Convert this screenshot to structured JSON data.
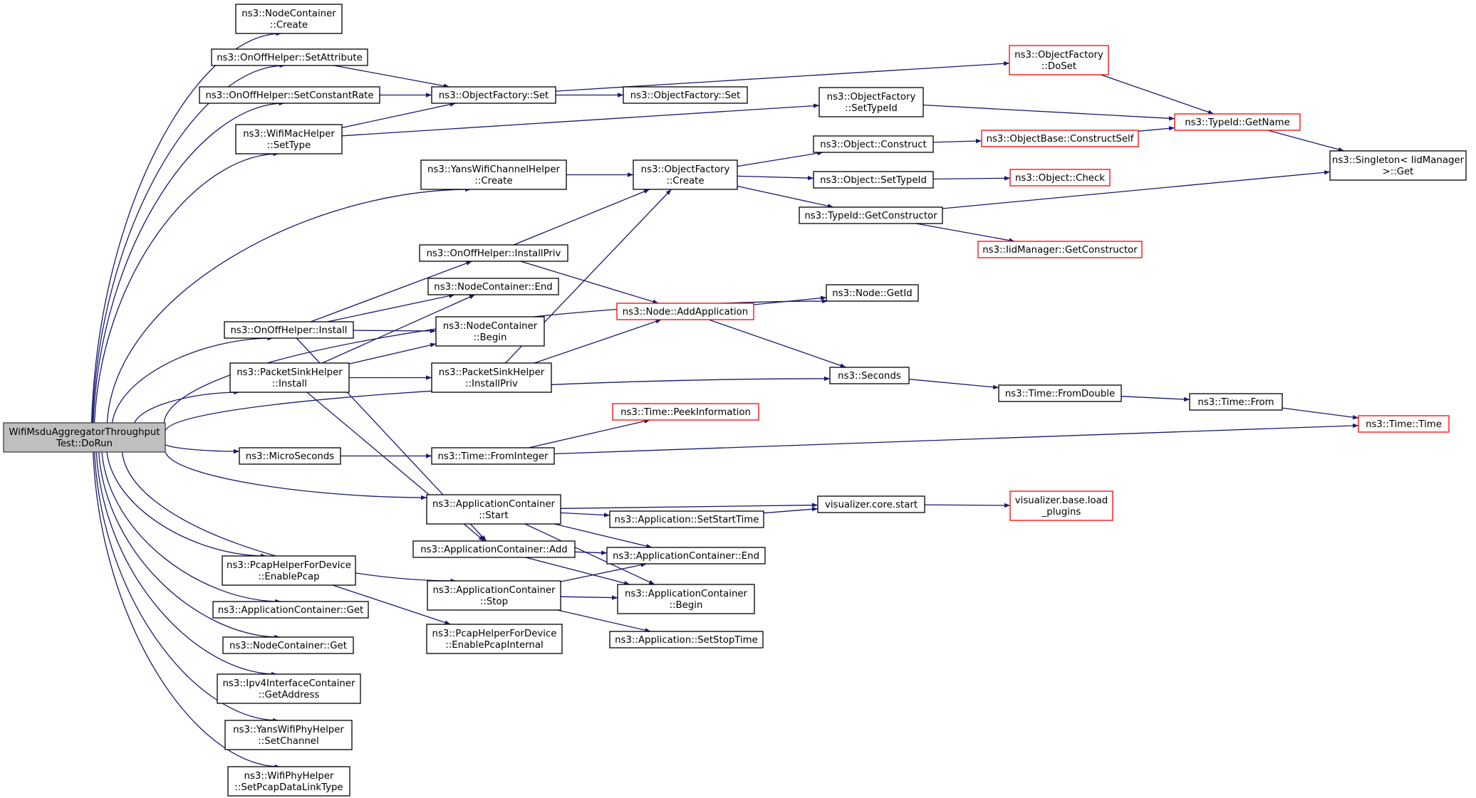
{
  "colors": {
    "edge": "#191970",
    "node_border": "#000000",
    "node_border_truncated": "#ff0000",
    "node_fill": "#ffffff",
    "root_fill": "#bfbfbf",
    "root_border": "#404040"
  },
  "nodes": [
    {
      "id": "root",
      "lines": [
        "WifiMsduAggregatorThroughput",
        "Test::DoRun"
      ],
      "style": "root"
    },
    {
      "id": "nc_create",
      "lines": [
        "ns3::NodeContainer",
        "::Create"
      ],
      "style": "normal"
    },
    {
      "id": "onoff_setattr",
      "lines": [
        "ns3::OnOffHelper::SetAttribute"
      ],
      "style": "normal"
    },
    {
      "id": "onoff_setrate",
      "lines": [
        "ns3::OnOffHelper::SetConstantRate"
      ],
      "style": "normal"
    },
    {
      "id": "wifimac_settype",
      "lines": [
        "ns3::WifiMacHelper",
        "::SetType"
      ],
      "style": "normal"
    },
    {
      "id": "of_set",
      "lines": [
        "ns3::ObjectFactory::Set"
      ],
      "style": "normal"
    },
    {
      "id": "of_doset",
      "lines": [
        "ns3::ObjectFactory",
        "::DoSet"
      ],
      "style": "truncated"
    },
    {
      "id": "of_set2",
      "lines": [
        "ns3::ObjectFactory::Set"
      ],
      "style": "normal"
    },
    {
      "id": "of_settypeid",
      "lines": [
        "ns3::ObjectFactory",
        "::SetTypeId"
      ],
      "style": "normal"
    },
    {
      "id": "typeid_getname",
      "lines": [
        "ns3::TypeId::GetName"
      ],
      "style": "truncated"
    },
    {
      "id": "singleton_get",
      "lines": [
        "ns3::Singleton< IidManager",
        " >::Get"
      ],
      "style": "normal"
    },
    {
      "id": "yans_chan_create",
      "lines": [
        "ns3::YansWifiChannelHelper",
        "::Create"
      ],
      "style": "normal"
    },
    {
      "id": "of_create",
      "lines": [
        "ns3::ObjectFactory",
        "::Create"
      ],
      "style": "normal"
    },
    {
      "id": "obj_construct",
      "lines": [
        "ns3::Object::Construct"
      ],
      "style": "normal"
    },
    {
      "id": "objbase_constructself",
      "lines": [
        "ns3::ObjectBase::ConstructSelf"
      ],
      "style": "truncated"
    },
    {
      "id": "obj_settypeid",
      "lines": [
        "ns3::Object::SetTypeId"
      ],
      "style": "normal"
    },
    {
      "id": "obj_check",
      "lines": [
        "ns3::Object::Check"
      ],
      "style": "truncated"
    },
    {
      "id": "typeid_getconstructor",
      "lines": [
        "ns3::TypeId::GetConstructor"
      ],
      "style": "normal"
    },
    {
      "id": "iid_getconstructor",
      "lines": [
        "ns3::IidManager::GetConstructor"
      ],
      "style": "truncated"
    },
    {
      "id": "onoff_installpriv",
      "lines": [
        "ns3::OnOffHelper::InstallPriv"
      ],
      "style": "normal"
    },
    {
      "id": "nc_end",
      "lines": [
        "ns3::NodeContainer::End"
      ],
      "style": "normal"
    },
    {
      "id": "node_addapp",
      "lines": [
        "ns3::Node::AddApplication"
      ],
      "style": "truncated"
    },
    {
      "id": "node_getid",
      "lines": [
        "ns3::Node::GetId"
      ],
      "style": "normal"
    },
    {
      "id": "onoff_install",
      "lines": [
        "ns3::OnOffHelper::Install"
      ],
      "style": "normal"
    },
    {
      "id": "nc_begin",
      "lines": [
        "ns3::NodeContainer",
        "::Begin"
      ],
      "style": "normal"
    },
    {
      "id": "psh_install",
      "lines": [
        "ns3::PacketSinkHelper",
        "::Install"
      ],
      "style": "normal"
    },
    {
      "id": "psh_installpriv",
      "lines": [
        "ns3::PacketSinkHelper",
        "::InstallPriv"
      ],
      "style": "normal"
    },
    {
      "id": "seconds",
      "lines": [
        "ns3::Seconds"
      ],
      "style": "normal"
    },
    {
      "id": "time_fromdouble",
      "lines": [
        "ns3::Time::FromDouble"
      ],
      "style": "normal"
    },
    {
      "id": "time_from",
      "lines": [
        "ns3::Time::From"
      ],
      "style": "normal"
    },
    {
      "id": "time_time",
      "lines": [
        "ns3::Time::Time"
      ],
      "style": "truncated"
    },
    {
      "id": "time_peek",
      "lines": [
        "ns3::Time::PeekInformation"
      ],
      "style": "truncated"
    },
    {
      "id": "microseconds",
      "lines": [
        "ns3::MicroSeconds"
      ],
      "style": "normal"
    },
    {
      "id": "time_fromint",
      "lines": [
        "ns3::Time::FromInteger"
      ],
      "style": "normal"
    },
    {
      "id": "ac_start",
      "lines": [
        "ns3::ApplicationContainer",
        "::Start"
      ],
      "style": "normal"
    },
    {
      "id": "vis_start",
      "lines": [
        "visualizer.core.start"
      ],
      "style": "normal"
    },
    {
      "id": "vis_load",
      "lines": [
        "visualizer.base.load",
        "_plugins"
      ],
      "style": "truncated"
    },
    {
      "id": "app_setstart",
      "lines": [
        "ns3::Application::SetStartTime"
      ],
      "style": "normal"
    },
    {
      "id": "ac_add",
      "lines": [
        "ns3::ApplicationContainer::Add"
      ],
      "style": "normal"
    },
    {
      "id": "ac_end",
      "lines": [
        "ns3::ApplicationContainer::End"
      ],
      "style": "normal"
    },
    {
      "id": "pcap_enable",
      "lines": [
        "ns3::PcapHelperForDevice",
        "::EnablePcap"
      ],
      "style": "normal"
    },
    {
      "id": "ac_stop",
      "lines": [
        "ns3::ApplicationContainer",
        "::Stop"
      ],
      "style": "normal"
    },
    {
      "id": "ac_begin",
      "lines": [
        "ns3::ApplicationContainer",
        "::Begin"
      ],
      "style": "normal"
    },
    {
      "id": "ac_get",
      "lines": [
        "ns3::ApplicationContainer::Get"
      ],
      "style": "normal"
    },
    {
      "id": "app_setstop",
      "lines": [
        "ns3::Application::SetStopTime"
      ],
      "style": "normal"
    },
    {
      "id": "pcap_internal",
      "lines": [
        "ns3::PcapHelperForDevice",
        "::EnablePcapInternal"
      ],
      "style": "normal"
    },
    {
      "id": "nc_get",
      "lines": [
        "ns3::NodeContainer::Get"
      ],
      "style": "normal"
    },
    {
      "id": "ipv4_getaddr",
      "lines": [
        "ns3::Ipv4InterfaceContainer",
        "::GetAddress"
      ],
      "style": "normal"
    },
    {
      "id": "yansphy_setchannel",
      "lines": [
        "ns3::YansWifiPhyHelper",
        "::SetChannel"
      ],
      "style": "normal"
    },
    {
      "id": "wifiphy_setpcap",
      "lines": [
        "ns3::WifiPhyHelper",
        "::SetPcapDataLinkType"
      ],
      "style": "normal"
    }
  ],
  "edges": [
    [
      "root",
      "nc_create"
    ],
    [
      "root",
      "onoff_setattr"
    ],
    [
      "root",
      "onoff_setrate"
    ],
    [
      "root",
      "wifimac_settype"
    ],
    [
      "root",
      "yans_chan_create"
    ],
    [
      "root",
      "node_getid"
    ],
    [
      "root",
      "onoff_install"
    ],
    [
      "root",
      "psh_install"
    ],
    [
      "root",
      "seconds"
    ],
    [
      "root",
      "microseconds"
    ],
    [
      "root",
      "ac_start"
    ],
    [
      "root",
      "ac_stop"
    ],
    [
      "root",
      "pcap_enable"
    ],
    [
      "root",
      "ac_get"
    ],
    [
      "root",
      "nc_get"
    ],
    [
      "root",
      "ipv4_getaddr"
    ],
    [
      "root",
      "yansphy_setchannel"
    ],
    [
      "root",
      "wifiphy_setpcap"
    ],
    [
      "onoff_setattr",
      "of_set"
    ],
    [
      "onoff_setrate",
      "of_set"
    ],
    [
      "wifimac_settype",
      "of_set"
    ],
    [
      "wifimac_settype",
      "of_settypeid"
    ],
    [
      "of_set",
      "of_doset"
    ],
    [
      "of_set",
      "of_set2"
    ],
    [
      "of_doset",
      "typeid_getname"
    ],
    [
      "of_settypeid",
      "typeid_getname"
    ],
    [
      "typeid_getname",
      "singleton_get"
    ],
    [
      "yans_chan_create",
      "of_create"
    ],
    [
      "of_create",
      "obj_construct"
    ],
    [
      "of_create",
      "obj_settypeid"
    ],
    [
      "of_create",
      "typeid_getconstructor"
    ],
    [
      "obj_construct",
      "objbase_constructself"
    ],
    [
      "objbase_constructself",
      "typeid_getname"
    ],
    [
      "obj_settypeid",
      "obj_check"
    ],
    [
      "typeid_getconstructor",
      "singleton_get"
    ],
    [
      "typeid_getconstructor",
      "iid_getconstructor"
    ],
    [
      "onoff_installpriv",
      "of_create"
    ],
    [
      "onoff_installpriv",
      "node_addapp"
    ],
    [
      "node_addapp",
      "node_getid"
    ],
    [
      "node_addapp",
      "seconds"
    ],
    [
      "onoff_install",
      "onoff_installpriv"
    ],
    [
      "onoff_install",
      "nc_end"
    ],
    [
      "onoff_install",
      "nc_begin"
    ],
    [
      "onoff_install",
      "ac_add"
    ],
    [
      "psh_install",
      "nc_end"
    ],
    [
      "psh_install",
      "nc_begin"
    ],
    [
      "psh_install",
      "psh_installpriv"
    ],
    [
      "psh_install",
      "ac_add"
    ],
    [
      "psh_installpriv",
      "of_create"
    ],
    [
      "psh_installpriv",
      "node_addapp"
    ],
    [
      "seconds",
      "time_fromdouble"
    ],
    [
      "time_fromdouble",
      "time_from"
    ],
    [
      "time_from",
      "time_time"
    ],
    [
      "microseconds",
      "time_fromint"
    ],
    [
      "time_fromint",
      "time_peek"
    ],
    [
      "time_fromint",
      "time_time"
    ],
    [
      "ac_start",
      "vis_start"
    ],
    [
      "ac_start",
      "app_setstart"
    ],
    [
      "ac_start",
      "ac_end"
    ],
    [
      "ac_start",
      "ac_begin"
    ],
    [
      "app_setstart",
      "vis_start"
    ],
    [
      "vis_start",
      "vis_load"
    ],
    [
      "ac_add",
      "ac_end"
    ],
    [
      "ac_add",
      "ac_begin"
    ],
    [
      "ac_stop",
      "ac_end"
    ],
    [
      "ac_stop",
      "ac_begin"
    ],
    [
      "ac_stop",
      "app_setstop"
    ],
    [
      "pcap_enable",
      "pcap_internal"
    ]
  ]
}
